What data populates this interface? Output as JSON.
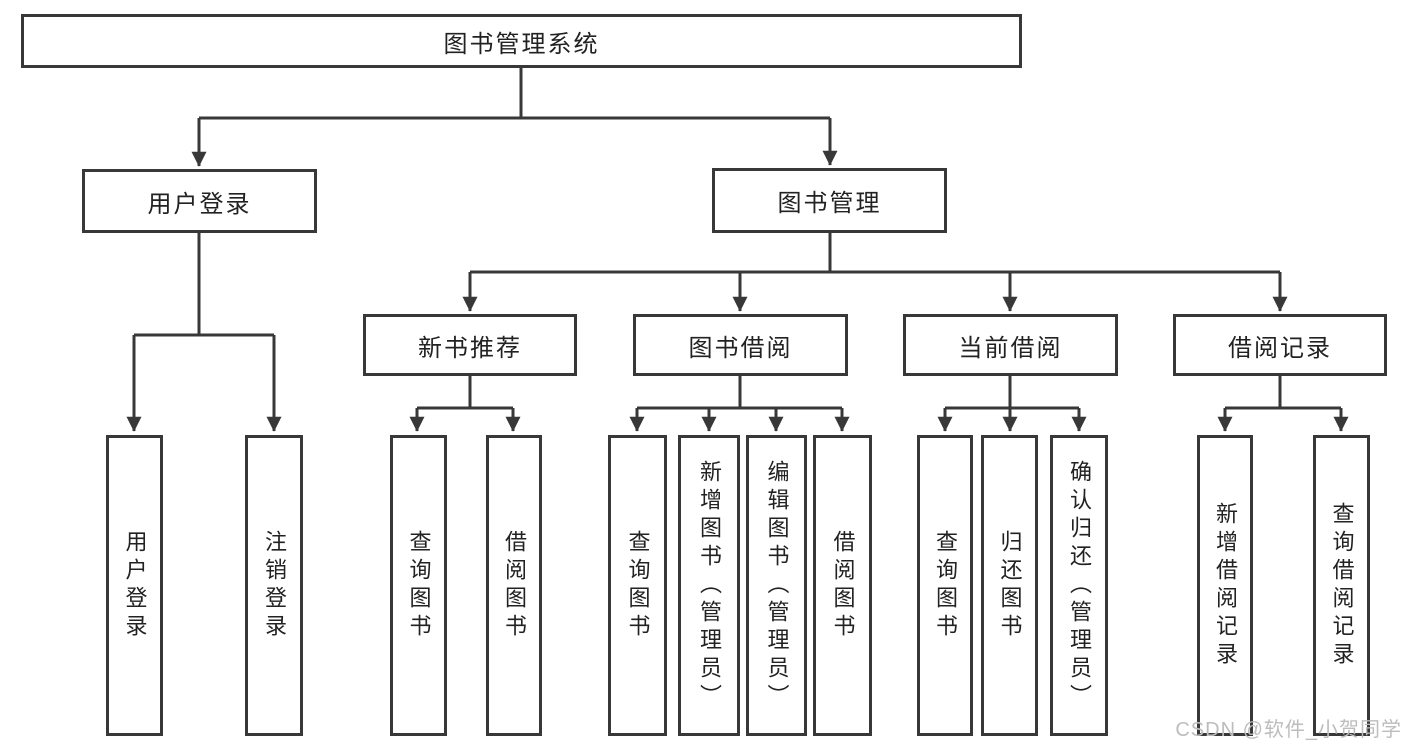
{
  "colors": {
    "bg": "#ffffff",
    "line": "#383838",
    "text": "#222222",
    "watermark": "#bdbdbd"
  },
  "watermark": "CSDN @软件_小贺同学",
  "diagram": {
    "root": {
      "label": "图书管理系统"
    },
    "branches": [
      {
        "label": "用户登录",
        "children": [
          {
            "label": "用户登录"
          },
          {
            "label": "注销登录"
          }
        ]
      },
      {
        "label": "图书管理",
        "children": [
          {
            "label": "新书推荐",
            "children": [
              {
                "label": "查询图书"
              },
              {
                "label": "借阅图书"
              }
            ]
          },
          {
            "label": "图书借阅",
            "children": [
              {
                "label": "查询图书"
              },
              {
                "label": "新增图书（管理员）"
              },
              {
                "label": "编辑图书（管理员）"
              },
              {
                "label": "借阅图书"
              }
            ]
          },
          {
            "label": "当前借阅",
            "children": [
              {
                "label": "查询图书"
              },
              {
                "label": "归还图书"
              },
              {
                "label": "确认归还（管理员）"
              }
            ]
          },
          {
            "label": "借阅记录",
            "children": [
              {
                "label": "新增借阅记录"
              },
              {
                "label": "查询借阅记录"
              }
            ]
          }
        ]
      }
    ]
  }
}
